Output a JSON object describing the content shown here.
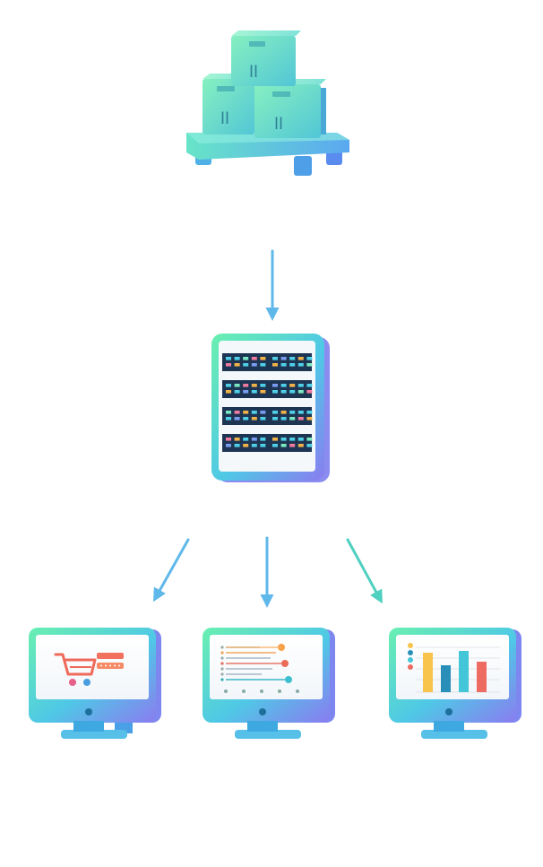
{
  "colors": {
    "arrow": "#5fb8ea",
    "arrow_teal": "#4fd0c0",
    "grad_green": "#5ee6a8",
    "grad_blue": "#56b8f0",
    "grad_violet": "#8a7cf0",
    "cart_red": "#ef6a5a",
    "bar_yellow": "#f8c44c",
    "bar_blue": "#2a8fb8",
    "bar_teal": "#43c6d8",
    "bar_red": "#ee6b62"
  },
  "nodes": [
    {
      "id": "inventory",
      "icon": "pallet-boxes-icon"
    },
    {
      "id": "server",
      "icon": "server-rack-icon"
    },
    {
      "id": "storefront",
      "icon": "monitor-shopping-cart-icon"
    },
    {
      "id": "orders",
      "icon": "monitor-list-icon"
    },
    {
      "id": "analytics",
      "icon": "monitor-bar-chart-icon"
    }
  ],
  "edges": [
    {
      "from": "inventory",
      "to": "server"
    },
    {
      "from": "server",
      "to": "storefront"
    },
    {
      "from": "server",
      "to": "orders"
    },
    {
      "from": "server",
      "to": "analytics"
    }
  ]
}
